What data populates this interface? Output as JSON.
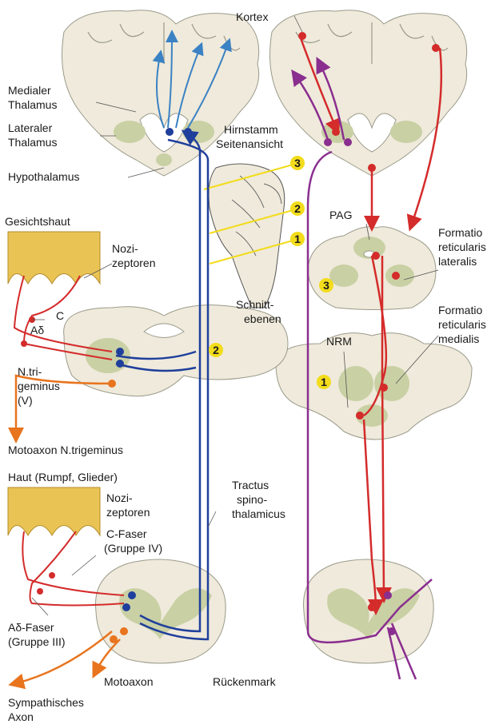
{
  "labels": {
    "kortex": "Kortex",
    "medialer_thalamus": [
      "Medialer",
      "Thalamus"
    ],
    "lateraler_thalamus": [
      "Lateraler",
      "Thalamus"
    ],
    "hypothalamus": "Hypothalamus",
    "hirnstamm": [
      "Hirnstamm",
      "Seitenansicht"
    ],
    "gesichtshaut": "Gesichtshaut",
    "nozizeptoren_1": [
      "Nozi-",
      "zeptoren"
    ],
    "schnittebenen": [
      "Schnitt-",
      "ebenen"
    ],
    "pag": "PAG",
    "formatio_lateralis": [
      "Formatio",
      "reticularis",
      "lateralis"
    ],
    "formatio_medialis": [
      "Formatio",
      "reticularis",
      "medialis"
    ],
    "c": "C",
    "a_delta": "Aδ",
    "n_trigeminus": [
      "N.tri-",
      "geminus",
      "(V)"
    ],
    "nrm": "NRM",
    "motoaxon_trigeminus": "Motoaxon N.trigeminus",
    "haut": "Haut (Rumpf, Glieder)",
    "nozizeptoren_2": [
      "Nozi-",
      "zeptoren"
    ],
    "c_faser": [
      "C-Faser",
      "(Gruppe IV)"
    ],
    "tractus": [
      "Tractus",
      "spino-",
      "thalamicus"
    ],
    "a_delta_faser": [
      "Aδ-Faser",
      "(Gruppe III)"
    ],
    "motoaxon": "Motoaxon",
    "rueckenmark": "Rückenmark",
    "sympathisches": [
      "Sympathisches",
      "Axon"
    ]
  },
  "markers": [
    "1",
    "2",
    "3"
  ],
  "colors": {
    "ascending": "#1f3f9c",
    "ascending_light": "#3b82c4",
    "descending": "#d42b2b",
    "purple": "#8a2e8f",
    "motor": "#e8741e",
    "tissue": "#efeadb",
    "grey_matter": "#c9d0a4",
    "marker": "#f2dc1b",
    "skin": "#e9c454"
  }
}
